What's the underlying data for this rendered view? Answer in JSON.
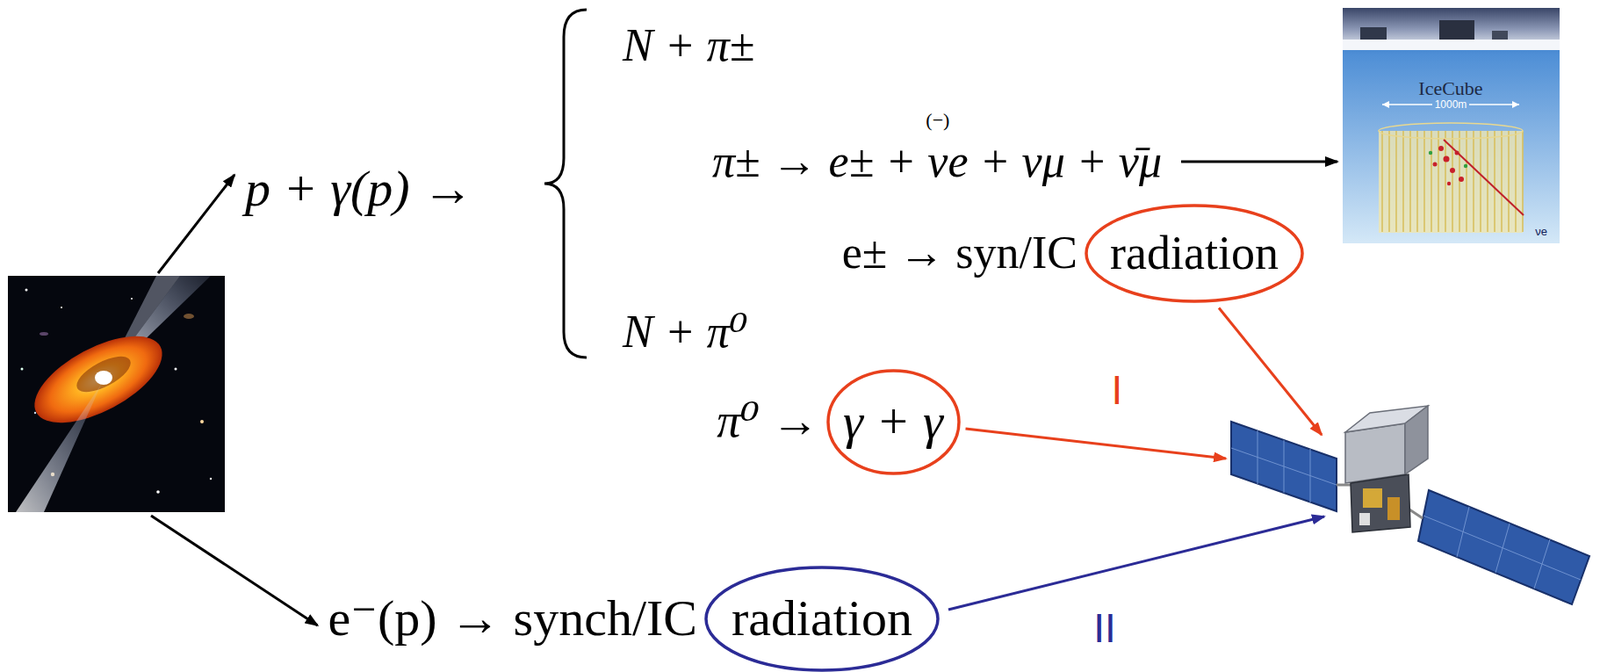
{
  "diagram": {
    "nodes": [
      {
        "text": [
          "IceCube",
          "1000m",
          "νe"
        ]
      },
      {
        "text": [
          "radiation"
        ]
      },
      {
        "text": [
          "γ + γ"
        ]
      },
      {
        "text": [
          "radiation"
        ]
      }
    ],
    "labels": [
      "p + γ(p) →",
      "N + π±",
      "π± → e± + νe + νμ + ν̄μ",
      "(−)",
      "e± → syn/IC",
      "N + π⁰",
      "π⁰ →",
      "I",
      "e⁻(p) → synch/IC",
      "II"
    ]
  }
}
